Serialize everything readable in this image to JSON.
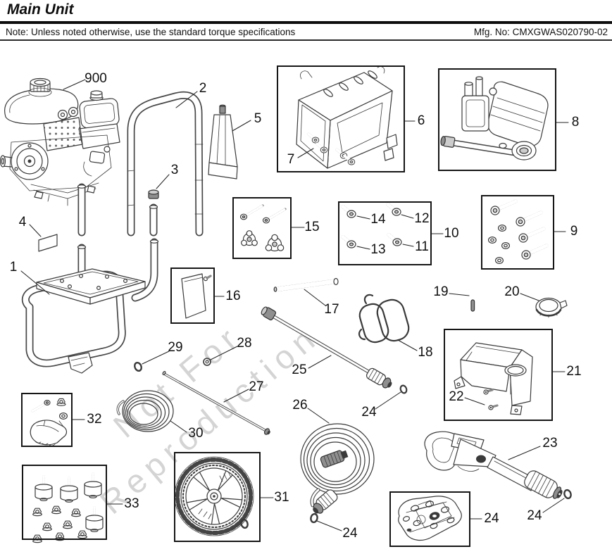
{
  "header": {
    "title": "Main Unit",
    "note": "Note: Unless noted otherwise, use the standard torque specifications",
    "mfg_no": "Mfg. No: CMXGWAS020790-02"
  },
  "watermark": {
    "line1": "Not For",
    "line2": "Reproduction"
  },
  "colors": {
    "ink": "#1a1a1a",
    "watermark_gray": "#d4d4d4"
  },
  "callouts": [
    {
      "label": "900"
    },
    {
      "label": "2"
    },
    {
      "label": "5"
    },
    {
      "label": "6"
    },
    {
      "label": "7"
    },
    {
      "label": "8"
    },
    {
      "label": "3"
    },
    {
      "label": "4"
    },
    {
      "label": "1"
    },
    {
      "label": "15"
    },
    {
      "label": "14"
    },
    {
      "label": "12"
    },
    {
      "label": "13"
    },
    {
      "label": "11"
    },
    {
      "label": "10"
    },
    {
      "label": "9"
    },
    {
      "label": "16"
    },
    {
      "label": "17"
    },
    {
      "label": "19"
    },
    {
      "label": "20"
    },
    {
      "label": "18"
    },
    {
      "label": "21"
    },
    {
      "label": "22"
    },
    {
      "label": "29"
    },
    {
      "label": "28"
    },
    {
      "label": "25"
    },
    {
      "label": "27"
    },
    {
      "label": "24"
    },
    {
      "label": "26"
    },
    {
      "label": "30"
    },
    {
      "label": "32"
    },
    {
      "label": "33"
    },
    {
      "label": "31"
    },
    {
      "label": "24"
    },
    {
      "label": "23"
    },
    {
      "label": "24"
    },
    {
      "label": "24"
    }
  ]
}
